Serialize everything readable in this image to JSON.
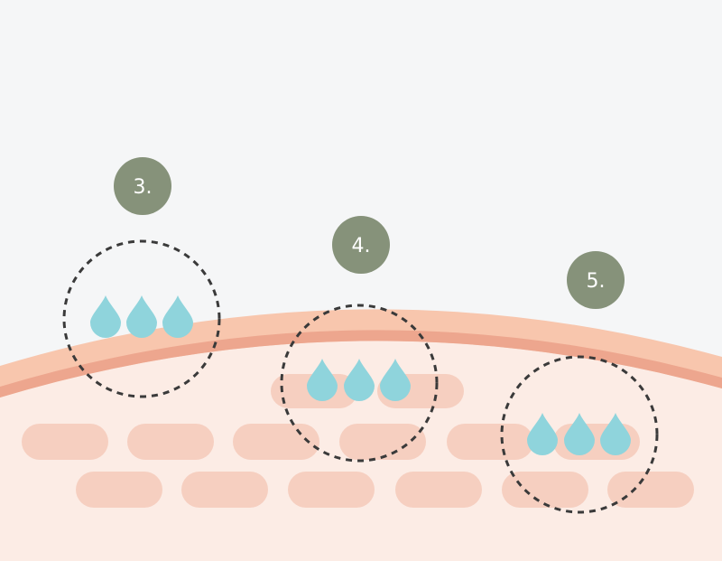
{
  "colors": {
    "background": "#f5f6f7",
    "skin_base": "#fcece5",
    "skin_outer_band": "#f8c6ad",
    "skin_inner_band": "#eda68e",
    "skin_cell": "#f6cfc0",
    "droplet": "#8fd4dc",
    "badge": "#86927a",
    "badge_text": "#ffffff",
    "dashed_circle": "#3a3a3a"
  },
  "markers": [
    {
      "label": "3."
    },
    {
      "label": "4."
    },
    {
      "label": "5."
    }
  ],
  "droplets_per_group": 3
}
